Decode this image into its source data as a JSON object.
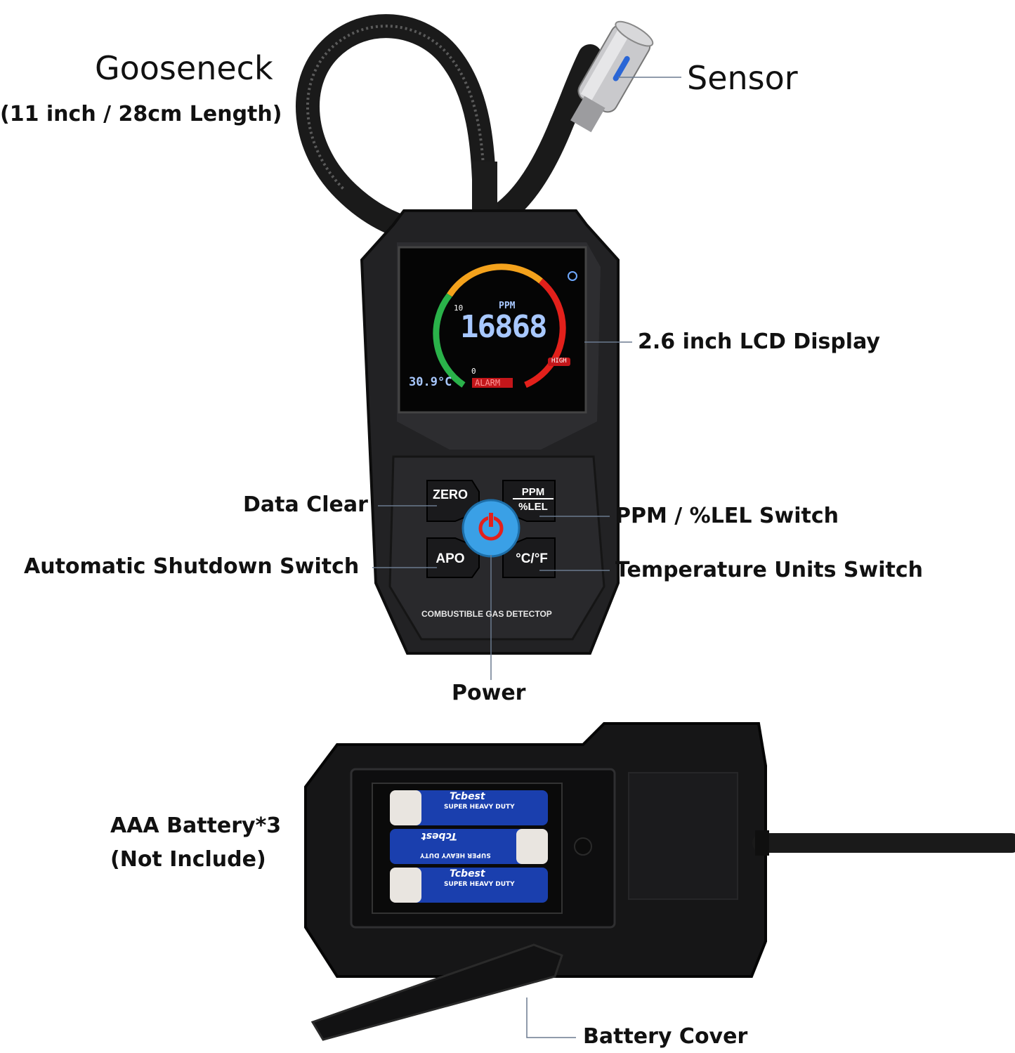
{
  "callouts": {
    "gooseneck": "Gooseneck",
    "gooseneck_length": "(11 inch / 28cm Length)",
    "sensor": "Sensor",
    "lcd_display": "2.6 inch LCD Display",
    "data_clear": "Data Clear",
    "ppm_switch": "PPM / %LEL Switch",
    "auto_shutdown": "Automatic Shutdown Switch",
    "temp_switch": "Temperature Units Switch",
    "power": "Power",
    "battery": "AAA Battery*3",
    "battery_note": "(Not Include)",
    "battery_cover": "Battery Cover"
  },
  "device": {
    "buttons": {
      "zero": "ZERO",
      "ppm": "PPM",
      "lel": "%LEL",
      "apo": "APO",
      "temp": "°C/°F"
    },
    "body_text": "COMBUSTIBLE GAS DETECTOP"
  },
  "lcd": {
    "reading": "16868",
    "unit": "PPM",
    "scale_high": "10",
    "scale_low": "0",
    "temperature": "30.9°C",
    "alarm": "ALARM",
    "high": "HIGH"
  },
  "battery_brand": "Tcbest",
  "battery_caption": "SUPER HEAVY DUTY",
  "colors": {
    "device_body": "#1f1f21",
    "arc_green": "#2ab24a",
    "arc_orange": "#f4a21c",
    "arc_red": "#e3201b",
    "lcd_digits": "#a8c8ff",
    "power_button": "#3aa0e6",
    "battery_blue": "#1a3fae"
  }
}
